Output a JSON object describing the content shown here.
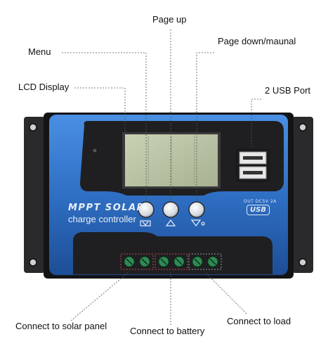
{
  "labels": {
    "page_up": "Page up",
    "menu": "Menu",
    "page_down": "Page down/maunal",
    "lcd_display": "LCD Display",
    "usb_port": "2 USB Port",
    "solar_panel": "Connect to solar panel",
    "battery": "Connect to battery",
    "load": "Connect to load"
  },
  "device": {
    "brand_line1": "MPPT SOLAR",
    "brand_line2": "charge controller",
    "usb_spec": "OUT DC5V 2A",
    "usb_badge": "USB"
  },
  "colors": {
    "body_blue": "#2f6fc4",
    "body_dark": "#1f1f22",
    "lcd_green": "#b9c3a4",
    "terminal_green": "#2f8a55"
  }
}
